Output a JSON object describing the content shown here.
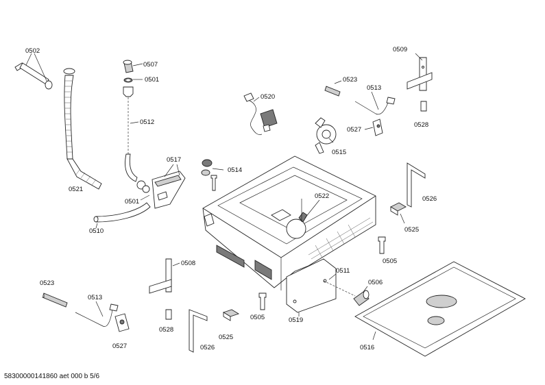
{
  "labels": {
    "0502": "0502",
    "0507": "0507",
    "0501a": "0501",
    "0501b": "0501",
    "0512": "0512",
    "0517": "0517",
    "0521": "0521",
    "0510": "0510",
    "0520": "0520",
    "0514": "0514",
    "0515": "0515",
    "0522": "0522",
    "0523a": "0523",
    "0513a": "0513",
    "0527a": "0527",
    "0509": "0509",
    "0528a": "0528",
    "0526a": "0526",
    "0525a": "0525",
    "0505a": "0505",
    "0508": "0508",
    "0511": "0511",
    "0506": "0506",
    "0505b": "0505",
    "0519": "0519",
    "0516": "0516",
    "0523b": "0523",
    "0513b": "0513",
    "0527b": "0527",
    "0528b": "0528",
    "0525b": "0525",
    "0526b": "0526"
  },
  "footer": "58300000141860 aet 000 b 5/6"
}
